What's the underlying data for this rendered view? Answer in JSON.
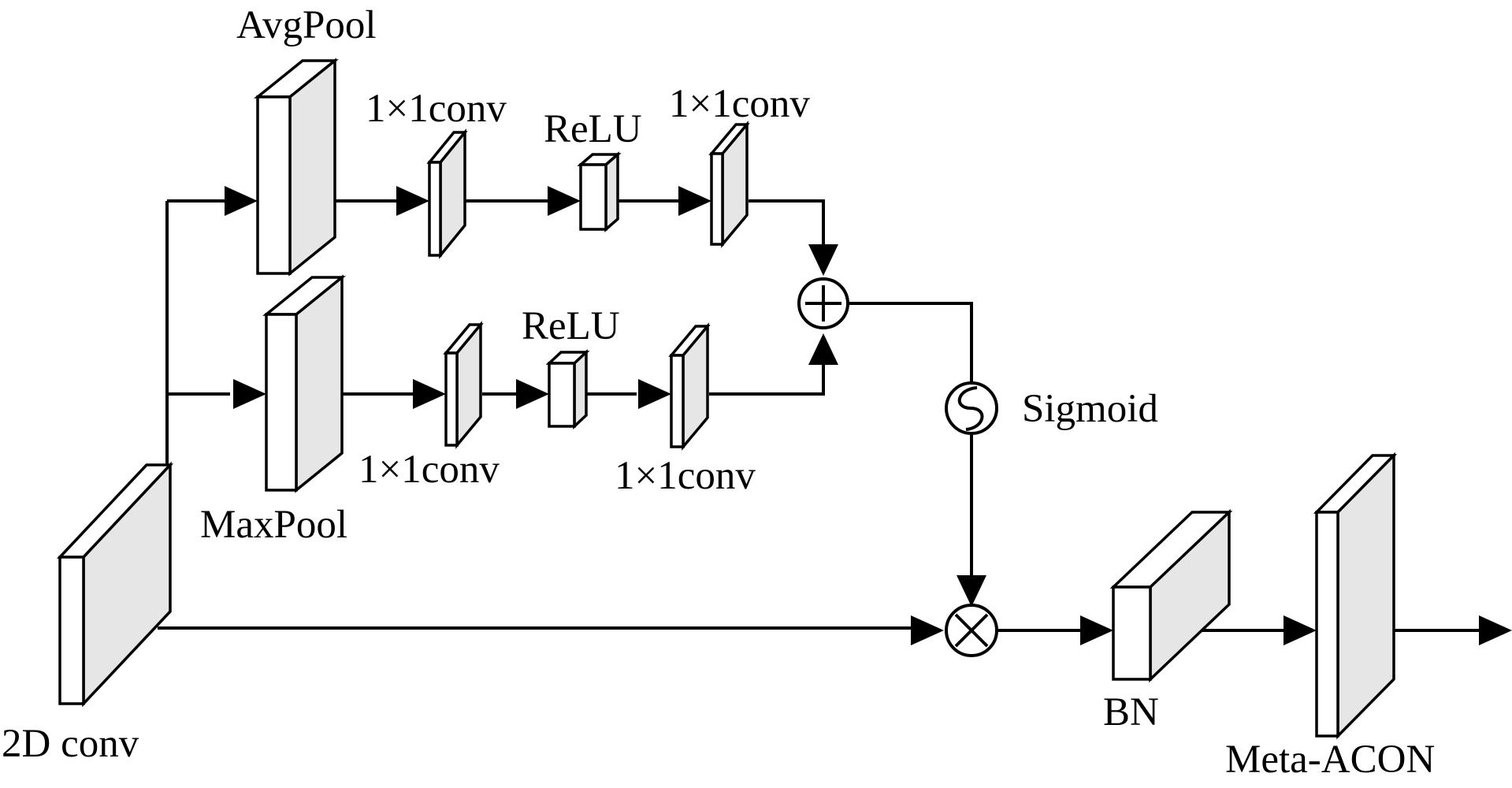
{
  "labels": {
    "input": "2D conv",
    "avgpool": "AvgPool",
    "maxpool": "MaxPool",
    "top_conv1": "1×1conv",
    "top_relu": "ReLU",
    "top_conv2": "1×1conv",
    "bottom_conv1": "1×1conv",
    "bottom_relu": "ReLU",
    "bottom_conv2": "1×1conv",
    "sigmoid": "Sigmoid",
    "bn": "BN",
    "meta_acon": "Meta-ACON"
  },
  "operators": {
    "add": "⊕",
    "multiply": "⊗"
  },
  "colors": {
    "block_side": "#e6e6e6",
    "line": "#000000"
  }
}
